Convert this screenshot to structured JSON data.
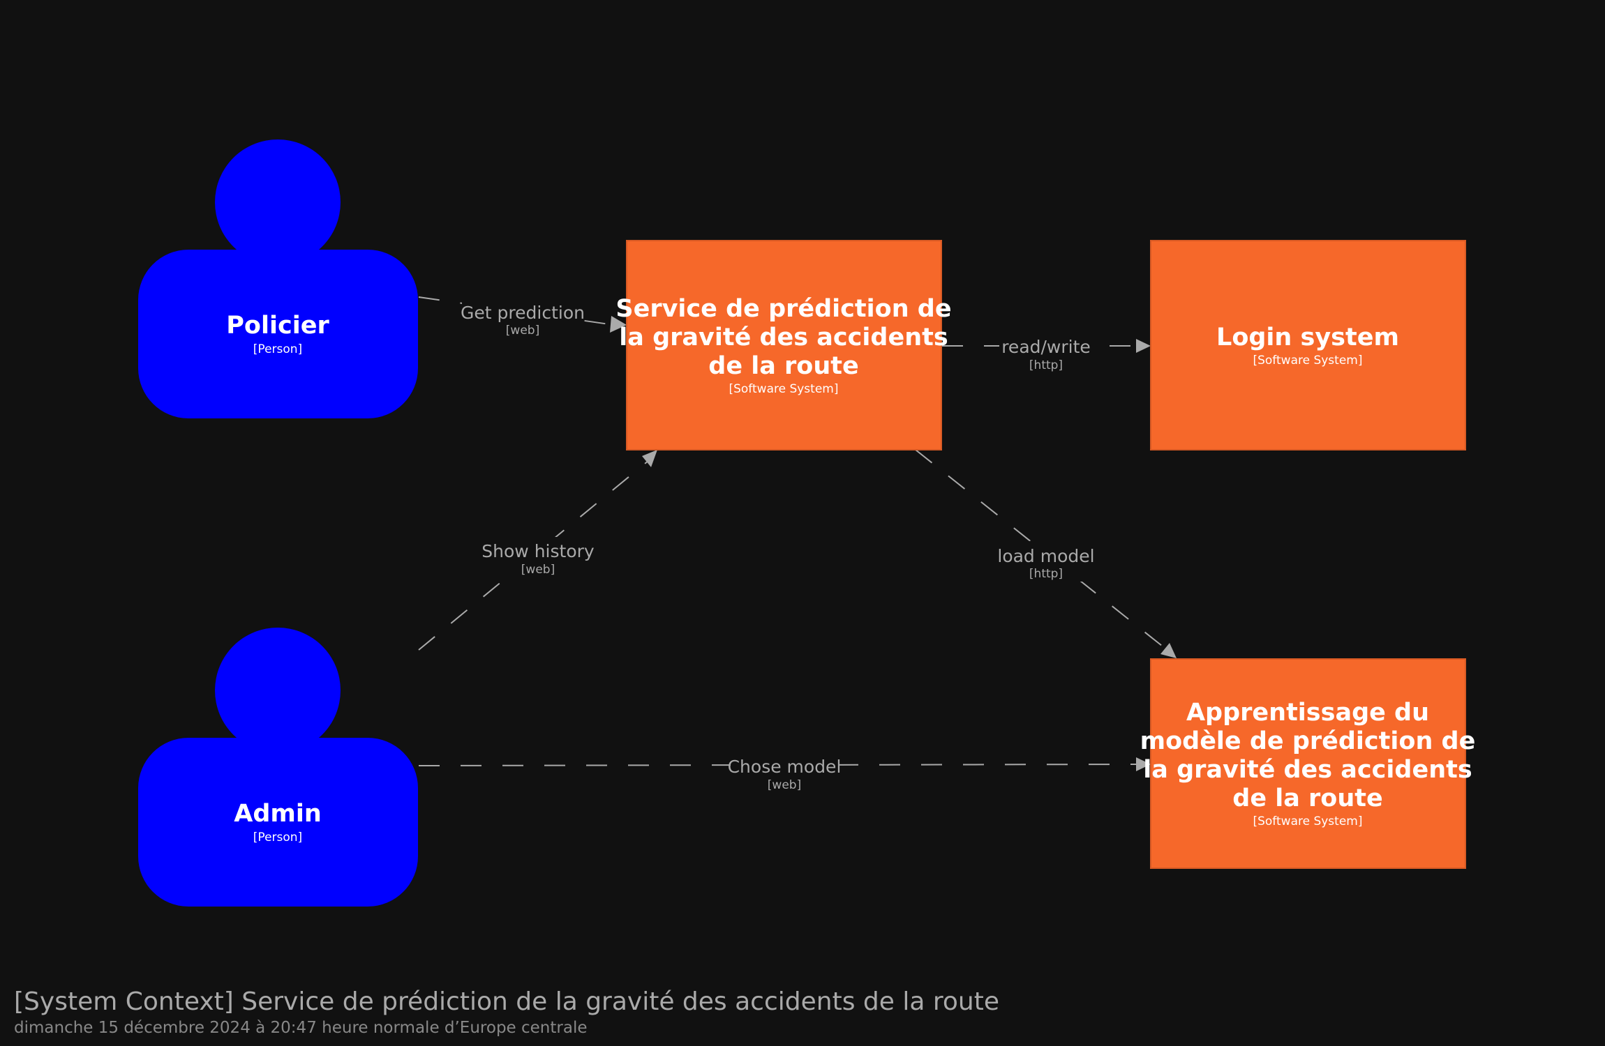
{
  "colors": {
    "background": "#111111",
    "person": "#0000ff",
    "software_system": "#f6682a",
    "edge": "#aaaaaa",
    "text_on_box": "#ffffff"
  },
  "persons": {
    "policier": {
      "name": "Policier",
      "tag": "[Person]"
    },
    "admin": {
      "name": "Admin",
      "tag": "[Person]"
    }
  },
  "systems": {
    "prediction": {
      "title_lines": [
        "Service de prédiction de",
        "la gravité des accidents",
        "de la route"
      ],
      "tag": "[Software System]"
    },
    "login": {
      "title_lines": [
        "Login system"
      ],
      "tag": "[Software System]"
    },
    "training": {
      "title_lines": [
        "Apprentissage du",
        "modèle de prédiction de",
        "la gravité des accidents",
        "de la route"
      ],
      "tag": "[Software System]"
    }
  },
  "relationships": {
    "get_prediction": {
      "label": "Get prediction",
      "tech": "[web]"
    },
    "read_write": {
      "label": "read/write",
      "tech": "[http]"
    },
    "show_history": {
      "label": "Show history",
      "tech": "[web]"
    },
    "load_model": {
      "label": "load model",
      "tech": "[http]"
    },
    "chose_model": {
      "label": "Chose model",
      "tech": "[web]"
    }
  },
  "footer": {
    "title": "[System Context] Service de prédiction de la gravité des accidents de la route",
    "date": "dimanche 15 décembre 2024 à 20:47 heure normale d’Europe centrale"
  }
}
